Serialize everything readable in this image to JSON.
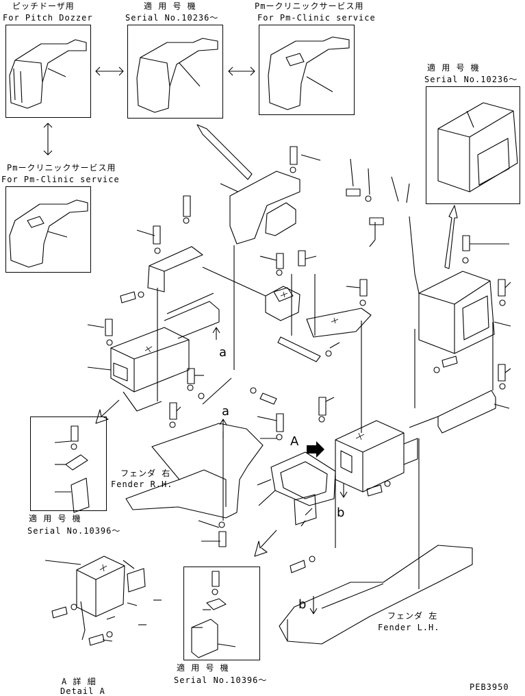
{
  "diagram": {
    "code": "PEB3950",
    "insets": {
      "pitch_dozzer": {
        "jp": "ピッチドーザ用",
        "en": "For Pitch Dozzer"
      },
      "serial_top": {
        "jp": "適 用 号 機",
        "en": "Serial No.10236～"
      },
      "pm_clinic_top": {
        "jp": "Pmークリニックサービス用",
        "en": "For Pm-Clinic service"
      },
      "pm_clinic_left": {
        "jp": "Pmークリニックサービス用",
        "en": "For Pm-Clinic service"
      },
      "serial_right": {
        "jp": "適 用 号 機",
        "en": "Serial No.10236～"
      },
      "serial_left_mid": {
        "jp": "適 用 号 機",
        "en": "Serial No.10396～"
      },
      "serial_bottom_mid": {
        "jp": "適 用 号 機",
        "en": "Serial No.10396～"
      }
    },
    "labels": {
      "fender_rh_jp": "フェンダ 右",
      "fender_rh_en": "Fender R.H.",
      "fender_lh_jp": "フェンダ 左",
      "fender_lh_en": "Fender L.H.",
      "detail_jp": "A 詳 細",
      "detail_en": "Detail A"
    },
    "refs": {
      "a": "a",
      "b": "b",
      "A": "A"
    }
  }
}
